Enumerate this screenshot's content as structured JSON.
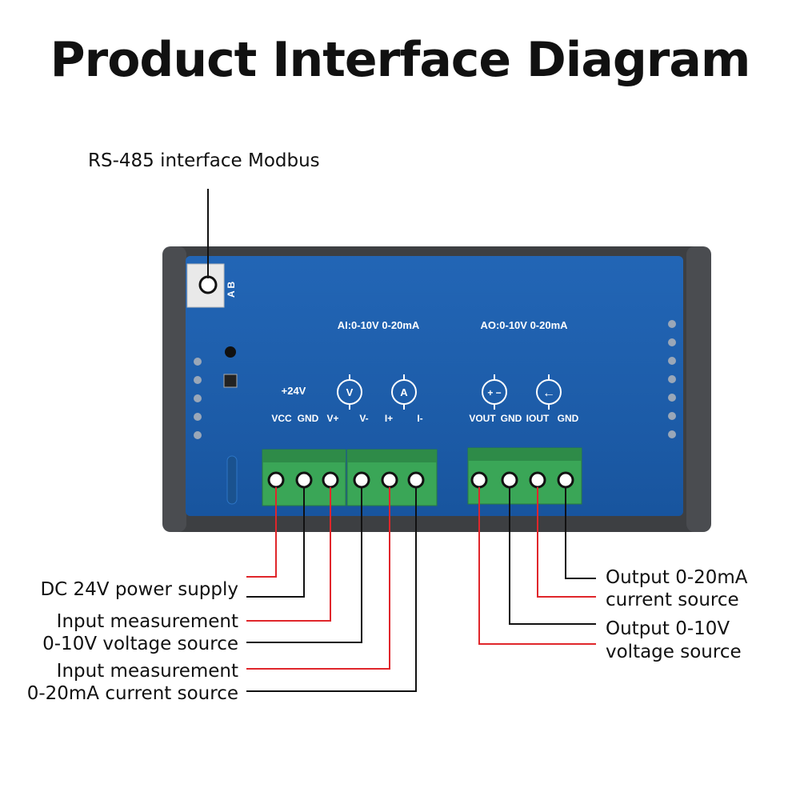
{
  "title": "Product Interface Diagram",
  "callouts": {
    "rs485": "RS-485 interface Modbus",
    "power": "DC 24V power supply",
    "input_voltage_1": "Input measurement",
    "input_voltage_2": "0-10V voltage source",
    "input_current_1": "Input measurement",
    "input_current_2": "0-20mA current source",
    "output_current_1": "Output 0-20mA",
    "output_current_2": "current source",
    "output_voltage_1": "Output 0-10V",
    "output_voltage_2": "voltage source"
  },
  "board": {
    "ab_label": "A B",
    "ai_label": "AI:0-10V 0-20mA",
    "ao_label": "AO:0-10V 0-20mA",
    "plus24v": "+24V",
    "pins": [
      "VCC",
      "GND",
      "V+",
      "V-",
      "I+",
      "I-",
      "VOUT",
      "GND",
      "IOUT",
      "GND"
    ],
    "v_symbol": "V",
    "a_symbol": "A",
    "plusminus_symbol": "+ −",
    "arrow_symbol": "←"
  },
  "colors": {
    "red_wire": "#e0262b",
    "black_wire": "#111111",
    "pcb": "#1d5fae",
    "terminal": "#3aa657",
    "case": "#3d3f42"
  }
}
